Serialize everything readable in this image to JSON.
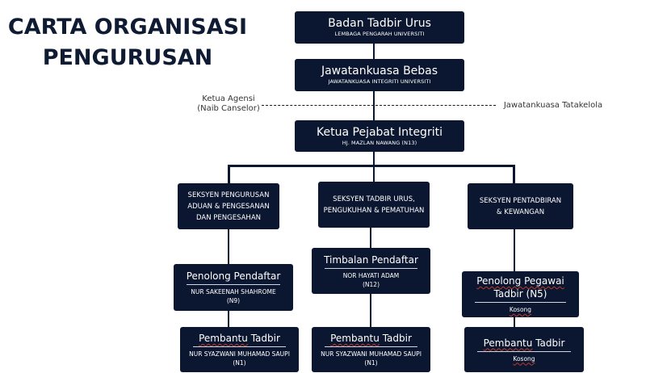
{
  "header": {
    "title_line1": "CARTA ORGANISASI",
    "title_line2": "PENGURUSAN"
  },
  "top": [
    {
      "title": "Badan Tadbir Urus",
      "subtitle": "LEMBAGA PENGARAH UNIVERSITI"
    },
    {
      "title": "Jawatankuasa Bebas",
      "subtitle": "JAWATANKUASA INTEGRITI UNIVERSITI"
    },
    {
      "title": "Ketua Pejabat Integriti",
      "subtitle": "HJ. MAZLAN  NAWANG (N13)"
    }
  ],
  "side_labels": {
    "left_line1": "Ketua Agensi",
    "left_line2": "(Naib Canselor)",
    "right": "Jawatankuasa Tatakelola"
  },
  "sections": [
    {
      "label": "SEKSYEN PENGURUSAN ADUAN & PENGESANAN DAN PENGESAHAN",
      "lines": [
        "SEKSYEN PENGURUSAN",
        "ADUAN & PENGESANAN",
        "DAN PENGESAHAN"
      ],
      "staff": [
        {
          "role": "Penolong Pendaftar",
          "name": "NUR SAKEENAH SHAHROME",
          "grade": "(N9)"
        },
        {
          "role_a": "Pembantu",
          "role_b": " Tadbir",
          "name": "NUR SYAZWANI MUHAMAD SAUPI",
          "grade": "(N1)"
        }
      ]
    },
    {
      "label": "SEKSYEN TADBIR URUS, PENGUKUHAN & PEMATUHAN",
      "lines": [
        "SEKSYEN TADBIR URUS,",
        "PENGUKUHAN & PEMATUHAN"
      ],
      "staff": [
        {
          "role": "Timbalan Pendaftar",
          "name": "NOR HAYATI ADAM",
          "grade": "(N12)"
        },
        {
          "role_a": "Pembantu",
          "role_b": " Tadbir",
          "name": "NUR SYAZWANI MUHAMAD SAUPI",
          "grade": "(N1)"
        }
      ]
    },
    {
      "label": "SEKSYEN PENTADBIRAN & KEWANGAN",
      "lines": [
        "SEKSYEN PENTADBIRAN",
        "& KEWANGAN"
      ],
      "staff": [
        {
          "role_line1": "Penolong Pegawai",
          "role_line2": "Tadbir (N5)",
          "name": "Kosong"
        },
        {
          "role_a": "Pembantu",
          "role_b": " Tadbir",
          "name": "Kosong"
        }
      ]
    }
  ],
  "colors": {
    "box": "#0b1630",
    "title": "#0f1b33"
  }
}
